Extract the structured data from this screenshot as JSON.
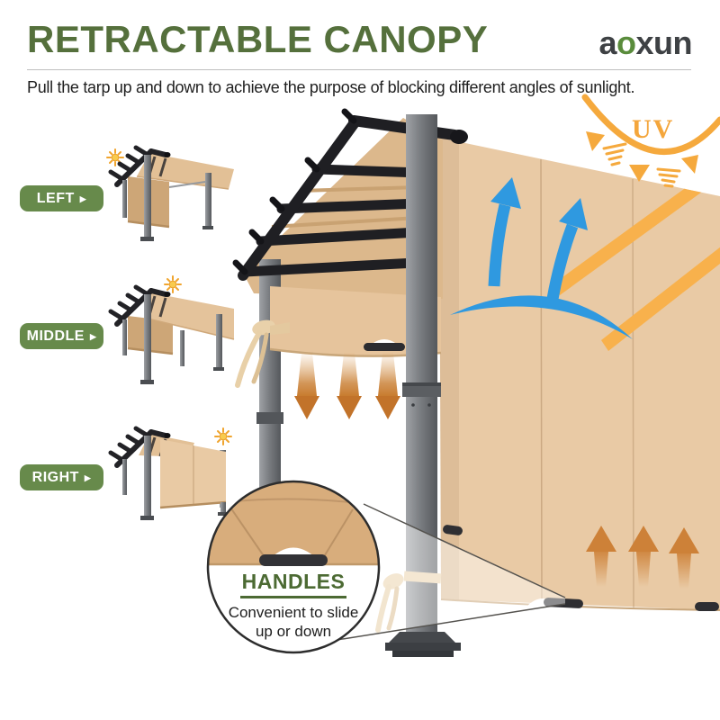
{
  "header": {
    "title": "RETRACTABLE CANOPY",
    "logo": {
      "first": "a",
      "accent": "o",
      "rest": "xun"
    },
    "subtitle": "Pull the tarp up and down to achieve the purpose of blocking different angles of sunlight."
  },
  "positions": [
    {
      "label": "LEFT",
      "arrow": "▶"
    },
    {
      "label": "MIDDLE",
      "arrow": "▶"
    },
    {
      "label": "RIGHT",
      "arrow": "▶"
    }
  ],
  "diagram": {
    "uv_label": "UV",
    "inset": {
      "heading": "HANDLES",
      "line1": "Convenient to slide",
      "line2": "up or down"
    }
  },
  "colors": {
    "title_green": "#55703c",
    "button_green": "#678a4b",
    "logo_green": "#5a8c3c",
    "logo_dark": "#3e4144",
    "canopy_tan": "#e9caa5",
    "canopy_shadow_tan": "#cda677",
    "accent_orange": "#f5a93d",
    "airflow_orange": "#c87c2f",
    "reflect_blue": "#2f99e0",
    "frame_dark": "#1f1f23",
    "post_gray": "#7a7d81"
  }
}
